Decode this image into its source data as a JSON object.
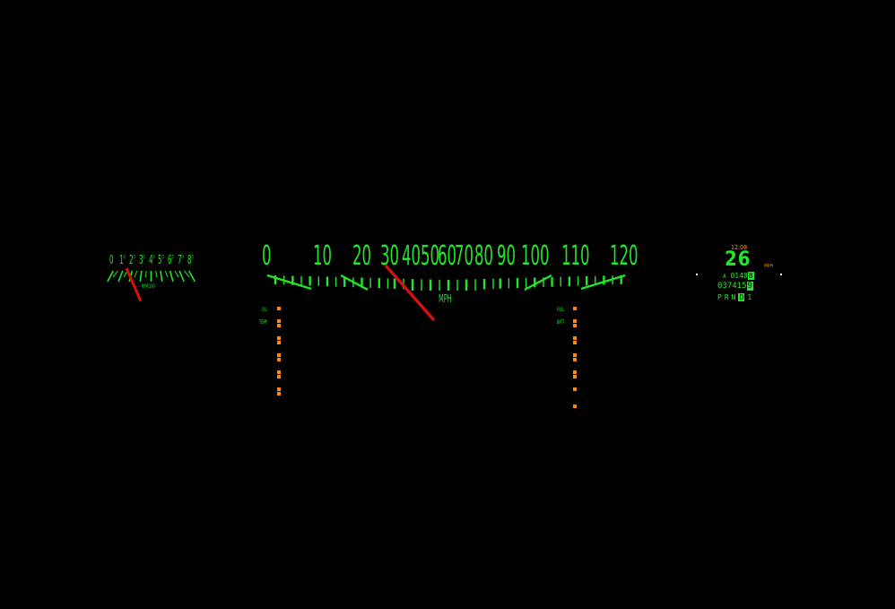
{
  "tach": {
    "numbers": [
      "0",
      "1",
      "2",
      "3",
      "4",
      "5",
      "6",
      "7",
      "8"
    ],
    "superscript": "0",
    "unit_label": "RPM/100"
  },
  "speedo": {
    "numbers": [
      "0",
      "10",
      "20",
      "30",
      "40",
      "50",
      "60",
      "70",
      "80",
      "90",
      "100",
      "110",
      "120"
    ],
    "unit_label": "MPH"
  },
  "gauges": {
    "oil": {
      "label": "OIL",
      "segments": 6
    },
    "temp": {
      "label": "TEMP",
      "segments": 5
    },
    "fuel": {
      "label": "FUEL",
      "segments": 5
    },
    "batt": {
      "label": "BATT",
      "segments": 6
    }
  },
  "display": {
    "clock": "12:08",
    "speed": "26",
    "speed_unit": "MPH",
    "trip_label": "A",
    "trip_value": "0148",
    "trip_last": "8",
    "odometer": "037415",
    "odometer_last": "9",
    "gears": [
      "P",
      "R",
      "N",
      "D",
      "1"
    ],
    "active_gear": "D"
  },
  "needles": {
    "tach_rpm_hundreds": 1.5,
    "speedo_mph": 30
  },
  "colors": {
    "accent_green": "#22e62a",
    "warning_orange": "#ff8a10",
    "needle_red": "#d41010",
    "background": "#000000"
  }
}
